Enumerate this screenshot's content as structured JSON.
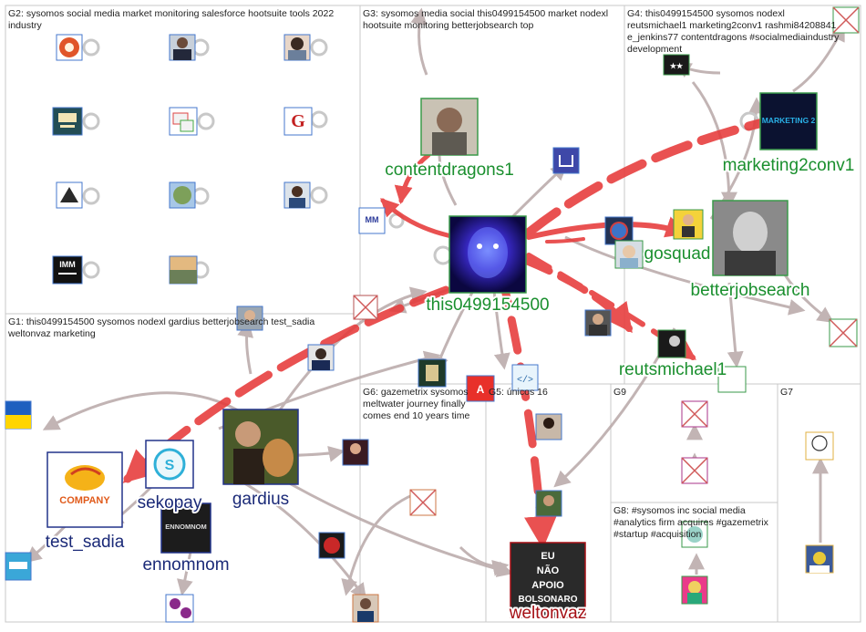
{
  "groups": [
    {
      "id": "G2",
      "label": "G2: sysomos social media market monitoring salesforce hootsuite tools 2022 industry"
    },
    {
      "id": "G3",
      "label": "G3: sysomos media social this0499154500 market nodexl hootsuite monitoring betterjobsearch top"
    },
    {
      "id": "G4",
      "label": "G4: this0499154500 sysomos nodexl reutsmichael1 marketing2conv1 rashmi84208841 e_jenkins77 contentdragons #socialmediaindustry development"
    },
    {
      "id": "G1",
      "label": "G1: this0499154500 sysomos nodexl gardius betterjobsearch test_sadia weltonvaz marketing"
    },
    {
      "id": "G6",
      "label": "G6: gazemetrix sysomos meltwater journey finally comes end 10 years time"
    },
    {
      "id": "G5",
      "label": "G5: únicos 16"
    },
    {
      "id": "G9",
      "label": "G9"
    },
    {
      "id": "G7",
      "label": "G7"
    },
    {
      "id": "G8",
      "label": "G8: #sysomos inc social media #analytics firm acquires #gazemetrix #startup #acquisition"
    }
  ],
  "node_labels": {
    "contentdragons1": "contentdragons1",
    "marketing2conv1": "marketing2conv1",
    "this0499154500": "this0499154500",
    "gosquad": "gosquad",
    "betterjobsearch": "betterjobsearch",
    "reutsmichael1": "reutsmichael1",
    "sekopay": "sekopay",
    "gardius": "gardius",
    "test_sadia": "test_sadia",
    "ennomnom": "ennomnom",
    "weltonvaz": "weltonvaz"
  },
  "image_text": {
    "company_logo": "COMPANY",
    "weltonvaz_sign": [
      "EU",
      "NÃO",
      "APOIO",
      "BOLSONARO"
    ],
    "ennomnom_logo": "ENNOMNOM",
    "imm_logo": "IMM",
    "marketing2conv1_logo": "MARKETING 2"
  },
  "colors": {
    "group_border": "#c8c8c8",
    "edge": "#b8a8a8",
    "strong_edge": "#e63a3a",
    "label_green": "#1a8f2e",
    "label_navy": "#1b2a78",
    "label_red": "#a50f15"
  }
}
